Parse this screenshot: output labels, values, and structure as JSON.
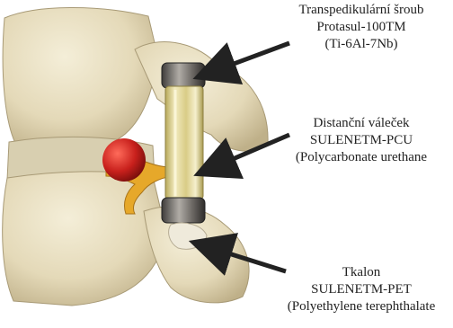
{
  "figure": {
    "labels": {
      "screw": {
        "line1": "Transpedikulární šroub",
        "line2": "Protasul-100TM",
        "line3": "(Ti-6Al-7Nb)"
      },
      "spacer": {
        "line1": "Distanční váleček",
        "line2": "SULENETM-PCU",
        "line3": "(Polycarbonate urethane"
      },
      "cord": {
        "line1": "Tkalon",
        "line2": "SULENETM-PET",
        "line3": "(Polyethylene terephthalate"
      }
    },
    "colors": {
      "bone": "#e9e0c2",
      "bone_shadow": "#c9bd96",
      "disc": "#dcd3b5",
      "nerve_red": "#c8201c",
      "nerve_yellow": "#e6a82a",
      "metal": "#6a6866",
      "spacer_glass": "#e3d89a",
      "arrow": "#222222"
    }
  }
}
